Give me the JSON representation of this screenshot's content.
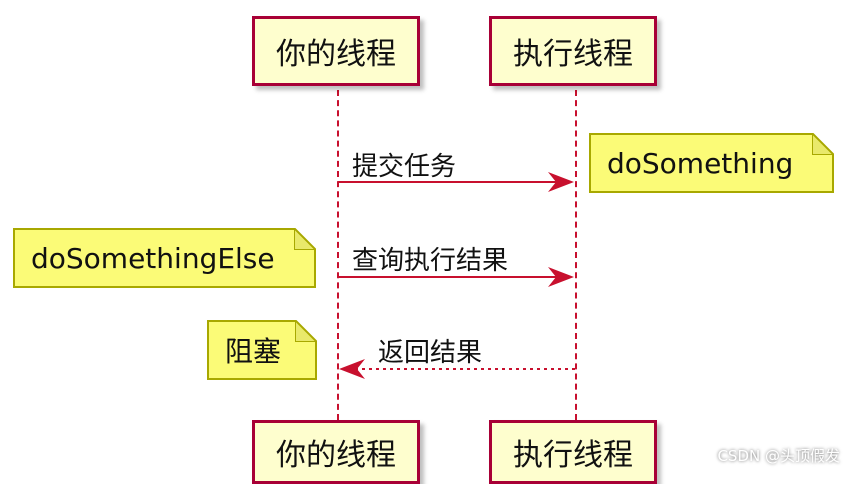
{
  "participants": {
    "left": "你的线程",
    "right": "执行线程"
  },
  "messages": [
    {
      "label": "提交任务",
      "direction": "left-to-right",
      "style": "solid"
    },
    {
      "label": "查询执行结果",
      "direction": "left-to-right",
      "style": "solid"
    },
    {
      "label": "返回结果",
      "direction": "right-to-left",
      "style": "dotted"
    }
  ],
  "notes": {
    "submit": "doSomething",
    "query": "doSomethingElse",
    "result": "阻塞"
  },
  "colors": {
    "participant_fill": "#fefece",
    "participant_border": "#a80036",
    "arrow": "#c8102e",
    "note_fill": "#fbfb77"
  },
  "watermark": "CSDN @头顶假发"
}
